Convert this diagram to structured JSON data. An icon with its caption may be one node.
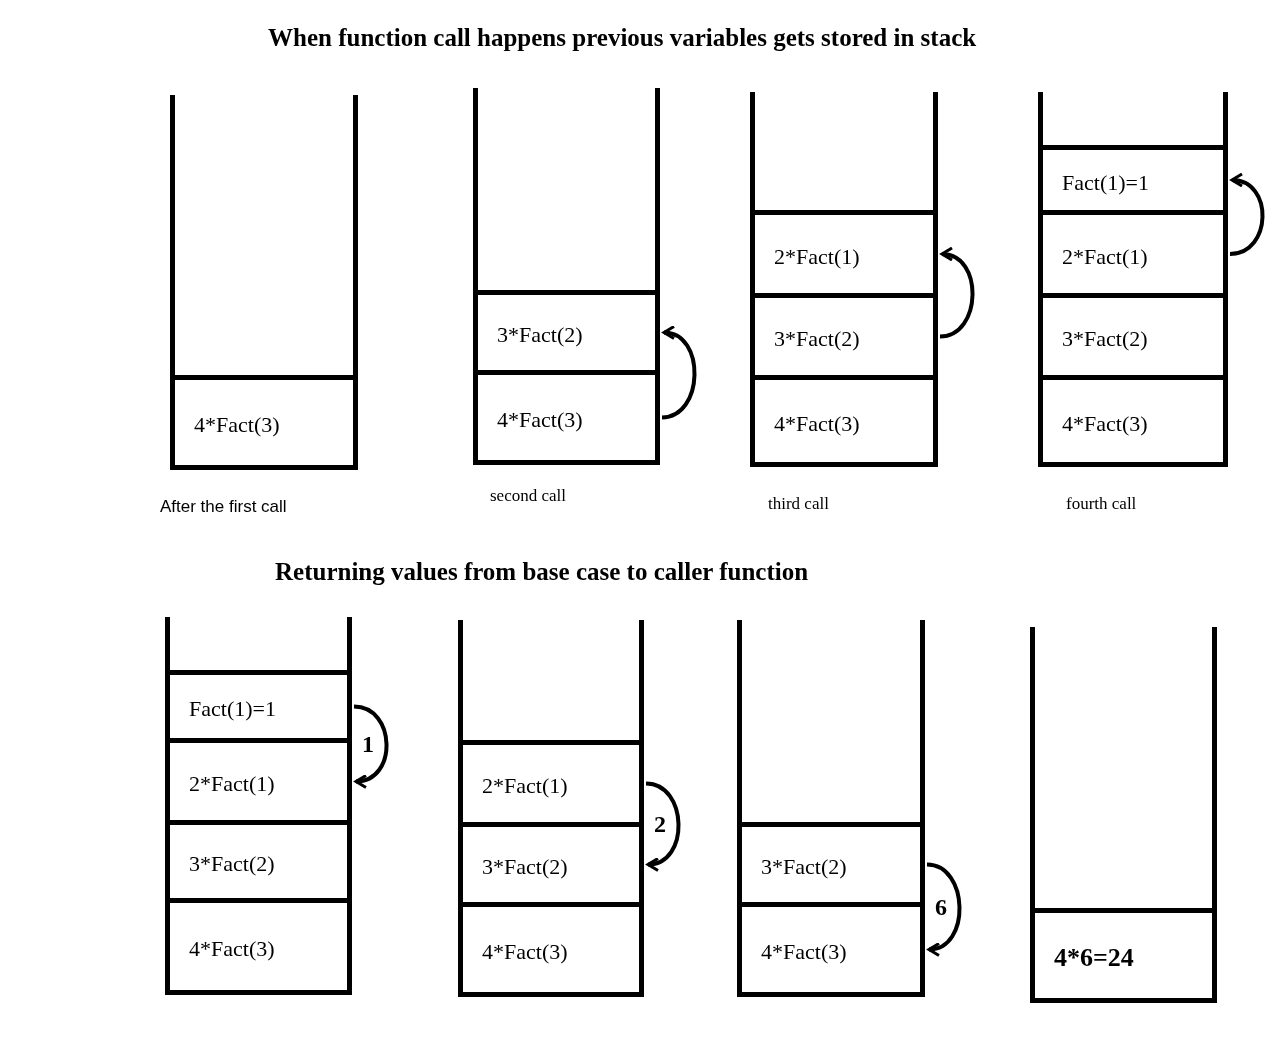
{
  "diagram": {
    "title": "When function call happens previous variables gets stored in stack",
    "nodes": [
      {
        "text": [],
        "shape": "box",
        "beside": [
          "After the first call"
        ]
      },
      {
        "text": [
          "4*Fact(3)"
        ],
        "in": 0
      },
      {
        "text": [],
        "shape": "box",
        "beside": [
          "second call"
        ]
      },
      {
        "text": [
          "3*Fact(2)"
        ],
        "in": 2
      },
      {
        "text": [
          "4*Fact(3)"
        ],
        "in": 2
      },
      {
        "text": [],
        "shape": "box",
        "beside": [
          "third call"
        ]
      },
      {
        "text": [
          "2*Fact(1)"
        ],
        "in": 5
      },
      {
        "text": [
          "3*Fact(2)"
        ],
        "in": 5
      },
      {
        "text": [
          "4*Fact(3)"
        ],
        "in": 5
      },
      {
        "text": [],
        "shape": "box",
        "beside": [
          "fourth call"
        ]
      },
      {
        "text": [
          "Fact(1)=1"
        ],
        "in": 9
      },
      {
        "text": [
          "2*Fact(1)"
        ],
        "in": 9
      },
      {
        "text": [
          "3*Fact(2)"
        ],
        "in": 9
      },
      {
        "text": [
          "4*Fact(3)"
        ],
        "in": 9
      },
      {
        "text": [],
        "shape": "box"
      },
      {
        "text": [
          "Fact(1)=1"
        ],
        "in": 14
      },
      {
        "text": [
          "2*Fact(1)"
        ],
        "in": 14
      },
      {
        "text": [
          "3*Fact(2)"
        ],
        "in": 14
      },
      {
        "text": [
          "4*Fact(3)"
        ],
        "in": 14
      },
      {
        "text": [],
        "shape": "box"
      },
      {
        "text": [
          "2*Fact(1)"
        ],
        "in": 19
      },
      {
        "text": [
          "3*Fact(2)"
        ],
        "in": 19
      },
      {
        "text": [
          "4*Fact(3)"
        ],
        "in": 19
      },
      {
        "text": [],
        "shape": "box"
      },
      {
        "text": [
          "3*Fact(2)"
        ],
        "in": 23
      },
      {
        "text": [
          "4*Fact(3)"
        ],
        "in": 23
      },
      {
        "text": [],
        "shape": "box"
      },
      {
        "text": [
          "4*6=24"
        ],
        "in": 26
      }
    ],
    "edges": [
      {
        "from": 4,
        "to": 3,
        "arrow": "to"
      },
      {
        "from": 7,
        "to": 6,
        "arrow": "to"
      },
      {
        "from": 11,
        "to": 10,
        "arrow": "to"
      },
      {
        "from": 15,
        "to": 16,
        "arrow": "to",
        "label": "1"
      },
      {
        "from": 20,
        "to": 21,
        "arrow": "to",
        "label": "2"
      },
      {
        "from": 24,
        "to": 25,
        "arrow": "to",
        "label": "6"
      }
    ],
    "labels": [
      "Returning values from base case to caller function"
    ]
  }
}
